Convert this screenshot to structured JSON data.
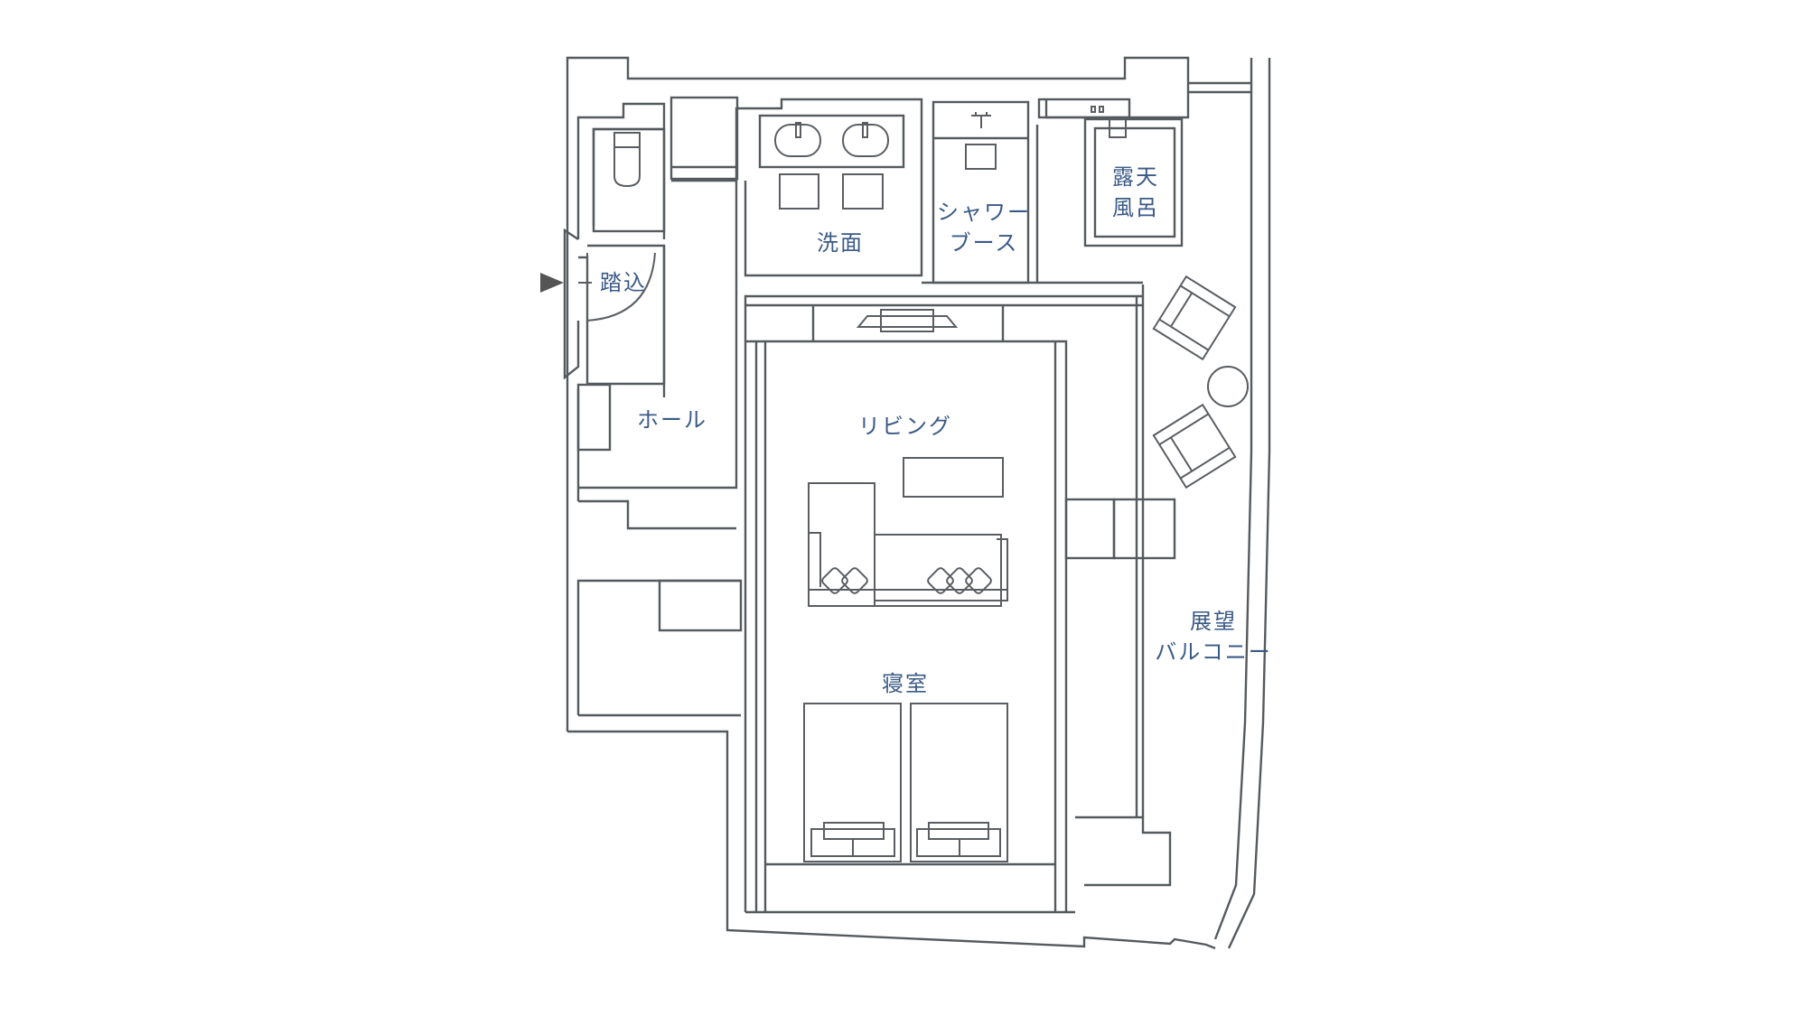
{
  "floor_plan": {
    "type": "guest room floor plan",
    "colors": {
      "wall_line": "#555a5e",
      "label_text": "#3a5a86",
      "background": "#ffffff"
    },
    "entrance_marker": "entrance-arrow",
    "rooms": [
      {
        "id": "entry",
        "label": "踏込"
      },
      {
        "id": "hall",
        "label": "ホール"
      },
      {
        "id": "washroom",
        "label": "洗面"
      },
      {
        "id": "shower",
        "label_line1": "シャワー",
        "label_line2": "ブース"
      },
      {
        "id": "open_air_bath",
        "label_line1": "露天",
        "label_line2": "風呂"
      },
      {
        "id": "living",
        "label": "リビング"
      },
      {
        "id": "bedroom",
        "label": "寝室"
      },
      {
        "id": "balcony",
        "label_line1": "展望",
        "label_line2": "バルコニー"
      }
    ],
    "fixtures": {
      "washbasins": 2,
      "toilet": 1,
      "beds": 2,
      "balcony_chairs": 2,
      "balcony_table": 1,
      "sofa_cushions": 5
    }
  }
}
